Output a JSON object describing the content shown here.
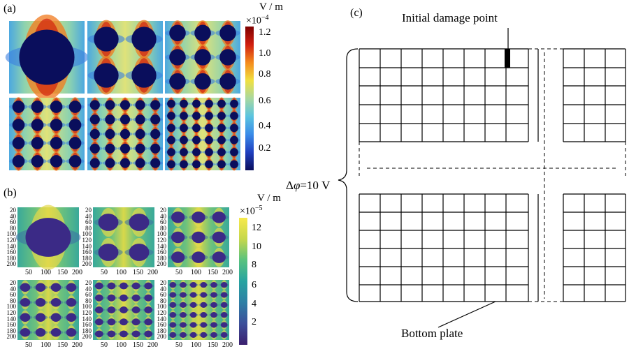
{
  "panel_a": {
    "label": "(a)",
    "unit": "V / m",
    "multiplier": "×10",
    "exponent": "−4",
    "ticks": [
      "1.2",
      "1.0",
      "0.8",
      "0.6",
      "0.4",
      "0.2"
    ],
    "colormap": [
      "#0a0e5c",
      "#1f3fbf",
      "#3a8be8",
      "#5ac4e0",
      "#a8d8a0",
      "#f0e040",
      "#f48a1c",
      "#d01e10",
      "#7e0000"
    ],
    "grids": [
      1,
      2,
      3,
      4,
      5,
      6
    ]
  },
  "panel_b": {
    "label": "(b)",
    "unit": "V / m",
    "multiplier": "×10",
    "exponent": "−5",
    "ticks": [
      "12",
      "10",
      "8",
      "6",
      "4",
      "2"
    ],
    "colormap": [
      "#3b1f6e",
      "#3c4f9a",
      "#2e7fa5",
      "#27a3a0",
      "#58c27e",
      "#c6d74b",
      "#f7e94b"
    ],
    "grids": [
      1,
      2,
      3,
      4,
      5,
      6
    ],
    "y_ticks": [
      "20",
      "40",
      "60",
      "80",
      "100",
      "120",
      "140",
      "160",
      "180",
      "200"
    ],
    "x_ticks": [
      "50",
      "100",
      "150",
      "200"
    ]
  },
  "panel_c": {
    "label": "(c)",
    "initial_damage_label": "Initial damage point",
    "bottom_plate_label": "Bottom plate",
    "voltage_label_prefix": "Δ",
    "voltage_label_phi": "φ",
    "voltage_label_suffix": "=10 V"
  }
}
